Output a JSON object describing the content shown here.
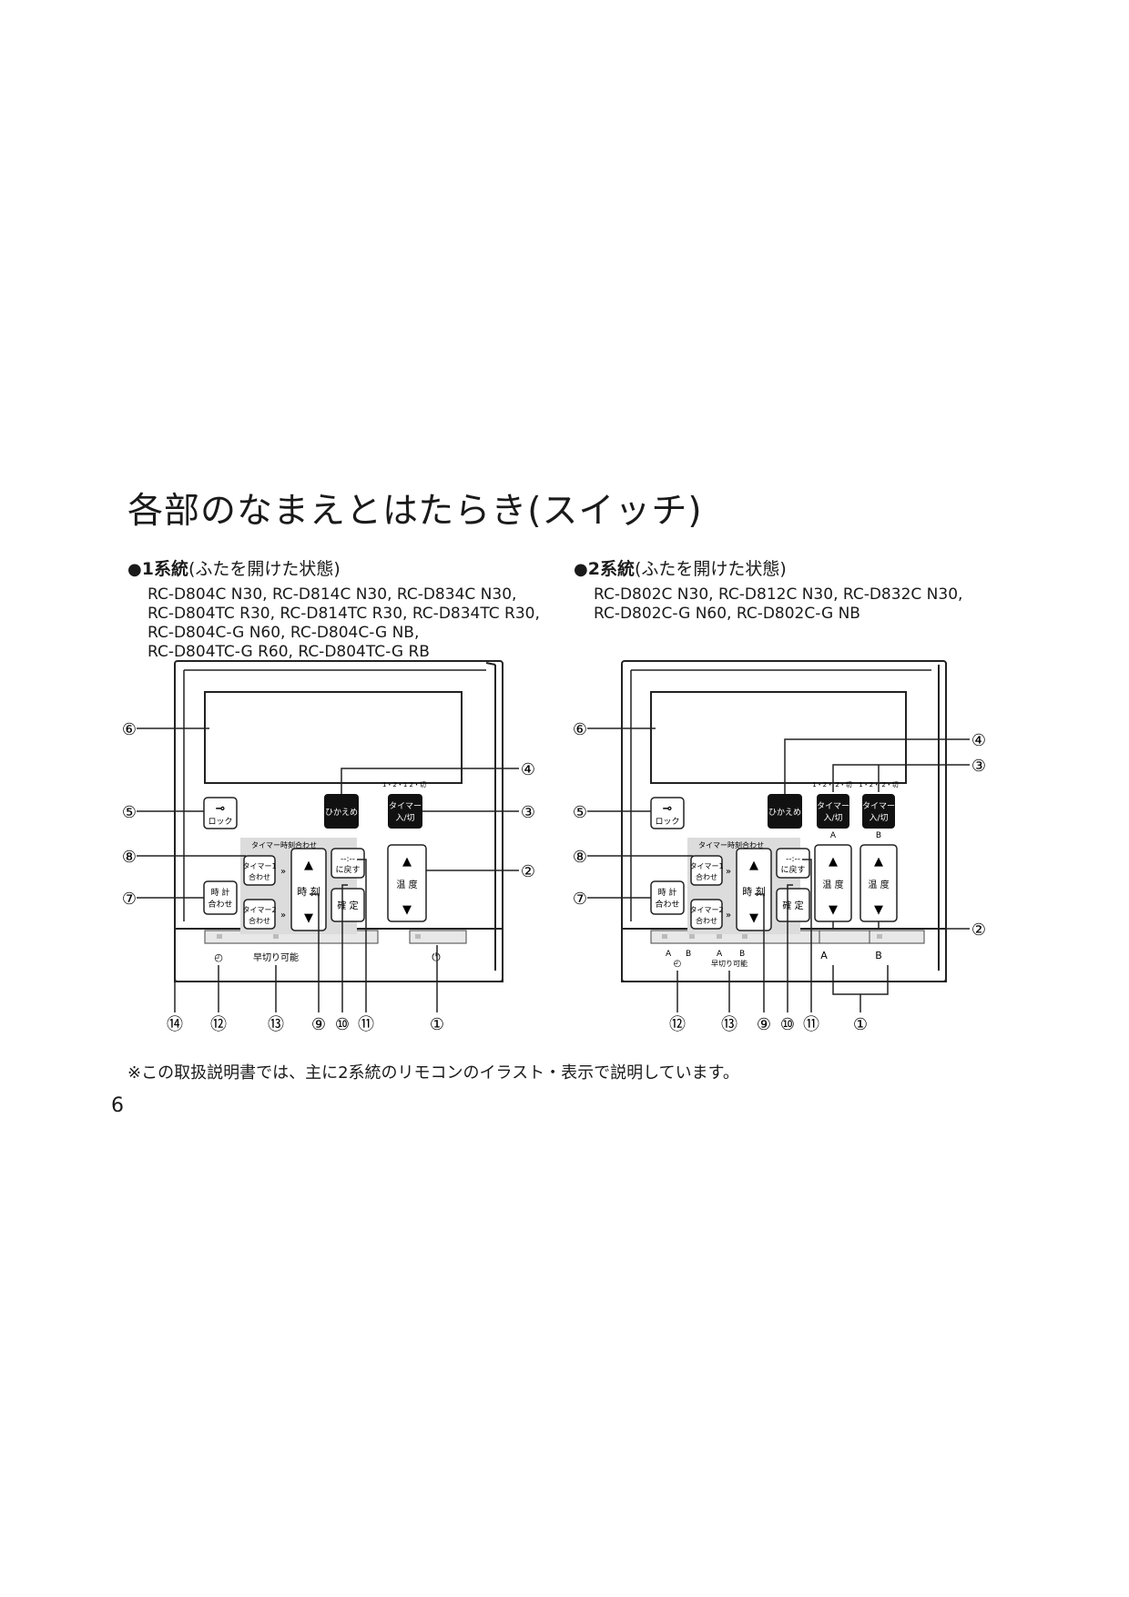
{
  "page": {
    "title": "各部のなまえとはたらき(スイッチ)",
    "footnote": "※この取扱説明書では、主に2系統のリモコンのイラスト・表示で説明しています。",
    "page_number": "6"
  },
  "system1": {
    "bullet": "●",
    "heading": "1系統",
    "heading_note": "(ふたを開けた状態)",
    "models": [
      "RC-D804C N30, RC-D814C N30, RC-D834C N30,",
      "RC-D804TC R30, RC-D814TC R30, RC-D834TC R30,",
      "RC-D804C-G N60, RC-D804C-G NB,",
      "RC-D804TC-G R60, RC-D804TC-G RB"
    ],
    "buttons": {
      "lock": "ロック",
      "hikaeme": "ひかえめ",
      "timer_onoff_line1": "タイマー",
      "timer_onoff_line2": "入/切",
      "timer_mode_seq": "1・2・1 2・切",
      "timer_group_label": "タイマー時刻合わせ",
      "timer1_line1": "タイマー1",
      "timer1_line2": "合わせ",
      "timer2_line1": "タイマー2",
      "timer2_line2": "合わせ",
      "clock_line1": "時 計",
      "clock_line2": "合わせ",
      "reset_line1": "--:--",
      "reset_line2": "に戻す",
      "time_label": "時 刻",
      "confirm": "確 定",
      "temp_label": "温 度",
      "up": "▲",
      "down": "▼",
      "chevron": "»"
    },
    "indicators": {
      "timer_mark": "◴",
      "early_off": "早切り可能",
      "power_mark": "⏻"
    },
    "callouts": {
      "n1": "①",
      "n2": "②",
      "n3": "③",
      "n4": "④",
      "n5": "⑤",
      "n6": "⑥",
      "n7": "⑦",
      "n8": "⑧",
      "n9": "⑨",
      "n10": "⑩",
      "n11": "⑪",
      "n12": "⑫",
      "n13": "⑬",
      "n14": "⑭"
    }
  },
  "system2": {
    "bullet": "●",
    "heading": "2系統",
    "heading_note": "(ふたを開けた状態)",
    "models": [
      "RC-D802C N30, RC-D812C N30, RC-D832C N30,",
      "RC-D802C-G N60, RC-D802C-G NB"
    ],
    "buttons": {
      "lock": "ロック",
      "hikaeme": "ひかえめ",
      "timer_onoff_line1": "タイマー",
      "timer_onoff_line2": "入/切",
      "timer_mode_seq": "1・2・ 2・切",
      "timer_group_label": "タイマー時刻合わせ",
      "timer1_line1": "タイマー1",
      "timer1_line2": "合わせ",
      "timer2_line1": "タイマー2",
      "timer2_line2": "合わせ",
      "clock_line1": "時 計",
      "clock_line2": "合わせ",
      "reset_line1": "--:--",
      "reset_line2": "に戻す",
      "time_label": "時 刻",
      "confirm": "確 定",
      "temp_label": "温 度",
      "up": "▲",
      "down": "▼",
      "chevron": "»",
      "label_a": "A",
      "label_b": "B"
    },
    "indicators": {
      "label_a": "A",
      "label_b": "B",
      "timer_mark": "◴",
      "early_off": "早切り可能"
    },
    "callouts": {
      "n1": "①",
      "n2": "②",
      "n3": "③",
      "n4": "④",
      "n5": "⑤",
      "n6": "⑥",
      "n7": "⑦",
      "n8": "⑧",
      "n9": "⑨",
      "n10": "⑩",
      "n11": "⑪",
      "n12": "⑫",
      "n13": "⑬"
    }
  }
}
